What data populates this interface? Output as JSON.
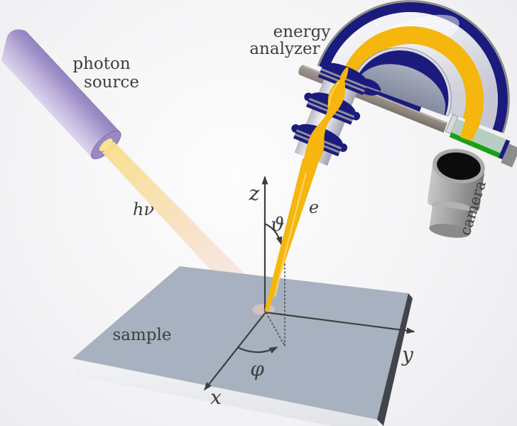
{
  "diagram": {
    "labels": {
      "photon_source": {
        "line1": "photon",
        "line2": "source"
      },
      "energy_analyzer": {
        "line1": "energy",
        "line2": "analyzer"
      },
      "camera": "camera",
      "sample": "sample",
      "photon_beam": "hν",
      "electron_beam": "e",
      "axis_z": "z",
      "axis_x": "x",
      "axis_y": "y",
      "polar_angle": "ϑ",
      "azimuthal_angle": "φ"
    },
    "colors": {
      "analyzer_navy": "#1b1b7e",
      "electron_gold": "#f5b60d",
      "detector_green": "#18a018",
      "detector_screen": "#b6cfc2",
      "sample_gray_top": "#a8b1bf",
      "source_purple": "#b7aad6",
      "hv_violet": "#5a36c4",
      "e_label_orange": "#ad4a05",
      "text_dark": "#3e3e3e"
    }
  }
}
